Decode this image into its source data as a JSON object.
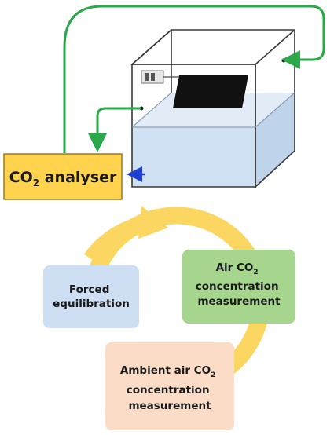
{
  "analyser": {
    "prefix": "CO",
    "subscript": "2",
    "suffix": " analyser",
    "fill": "#ffd34d"
  },
  "cycle": {
    "arrow_color": "#fbd660",
    "stages": [
      {
        "id": "forced",
        "lines": [
          "Forced",
          "equilibration"
        ],
        "fill": "#cfdff3"
      },
      {
        "id": "air",
        "lines": [
          "Air CO|2",
          "concentration",
          "measurement"
        ],
        "fill": "#a6d58d"
      },
      {
        "id": "ambient",
        "lines": [
          "Ambient air CO|2",
          "concentration",
          "measurement"
        ],
        "fill": "#fbdcc7"
      }
    ]
  },
  "colors": {
    "tubing": "#2aa84a",
    "inlet_arrow": "#1f3fd4",
    "water": "#cfe0f2",
    "tank_edge": "#3a3a3a"
  },
  "icons": {
    "tubing": "tube-line",
    "inlet": "arrow-icon",
    "sensor": "sensor-icon",
    "plate": "black-plate-icon"
  }
}
